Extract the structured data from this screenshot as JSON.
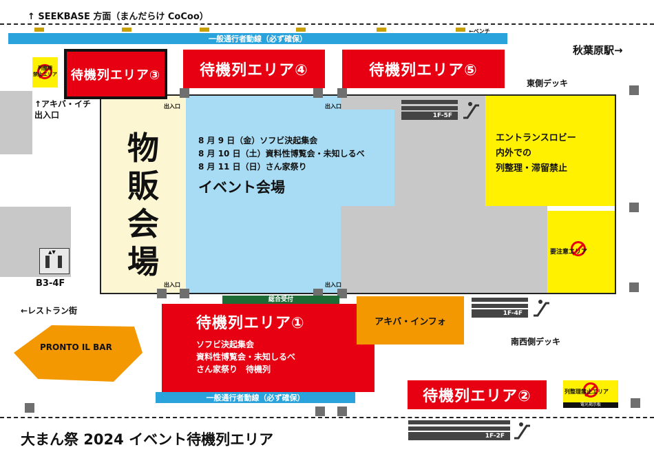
{
  "top_direction": "↑ SEEKBASE 方面（まんだらけ CoCoo）",
  "lane_top": "一般通行者動線（必ず確保）",
  "lane_bottom": "一般通行者動線（必ず確保）",
  "bench_label": "←ベンチ",
  "station_label": "秋葉原駅→",
  "east_deck": "東側デッキ",
  "southwest_deck": "南西側デッキ",
  "akiba_ichi_exit": "↑アキバ・イチ\n出入口",
  "restaurant_label": "←レストラン街",
  "elevator_floor": "B3-4F",
  "pronto": "PRONTO IL BAR",
  "no_queue_small_left": "列整理\n禁止エリア",
  "no_queue_small_right": "列整理禁止エリア",
  "no_queue_small_right_sub": "電光掲示板",
  "caution_area": "要注意エリア",
  "merch_hall": "物販会場",
  "entrance_label": "出入口",
  "general_reception": "総合受付",
  "event_venue": {
    "lines": [
      "8 月 9 日（金）ソフビ決起集会",
      "8 月 10 日（土）資料性博覧会・未知しるべ",
      "8 月 11 日（日）さん家祭り"
    ],
    "title": "イベント会場"
  },
  "lobby_notice": [
    "エントランスロビー",
    "内外での",
    "列整理・滞留禁止"
  ],
  "akiba_info": "アキバ・インフォ",
  "queue_areas": {
    "area1": "待機列エリア①",
    "area1_lines": [
      "ソフビ決起集会",
      "資料性博覧会・未知しるべ",
      "さん家祭り　待機列"
    ],
    "area2": "待機列エリア②",
    "area3": "待機列エリア③",
    "area4": "待機列エリア④",
    "area5": "待機列エリア⑤"
  },
  "escalators": {
    "e1": "1F-5F",
    "e2": "1F-4F",
    "e3": "1F-2F"
  },
  "footer_title": "大まん祭 2024 イベント待機列エリア",
  "colors": {
    "red": "#e60012",
    "blue": "#2aa3dc",
    "lightblue": "#a8dcf4",
    "yellow": "#fff100",
    "cream": "#fdf6d2",
    "orange": "#f39800",
    "green": "#1e6b35",
    "gray": "#c8c8c8"
  },
  "icons": [
    "no-entry-icon",
    "escalator-icon",
    "elevator-icon"
  ]
}
